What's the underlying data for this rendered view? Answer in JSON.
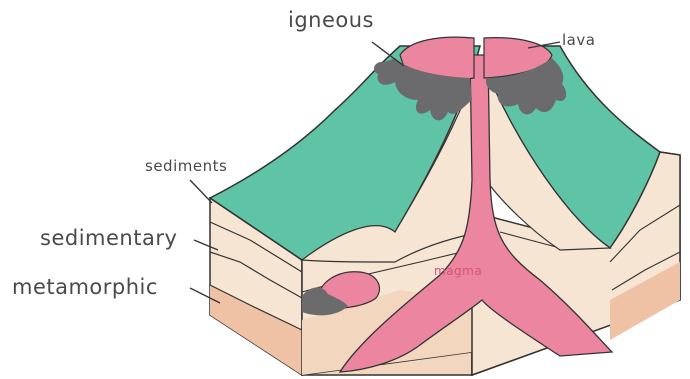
{
  "labels": {
    "igneous": "igneous",
    "lava": "lava",
    "sediments": "sediments",
    "sedimentary": "sedimentary",
    "metamorphic": "metamorphic",
    "magma": "magma"
  },
  "colors": {
    "surface": "#5fc3a5",
    "sediment_light": "#f7e5d3",
    "sediment_mid": "#f2d6be",
    "metamorphic": "#efc2a6",
    "magma": "#ec86a0",
    "igneous_rock": "#6b6b6d",
    "outline": "#333333",
    "label_text": "#4a4a4a"
  }
}
